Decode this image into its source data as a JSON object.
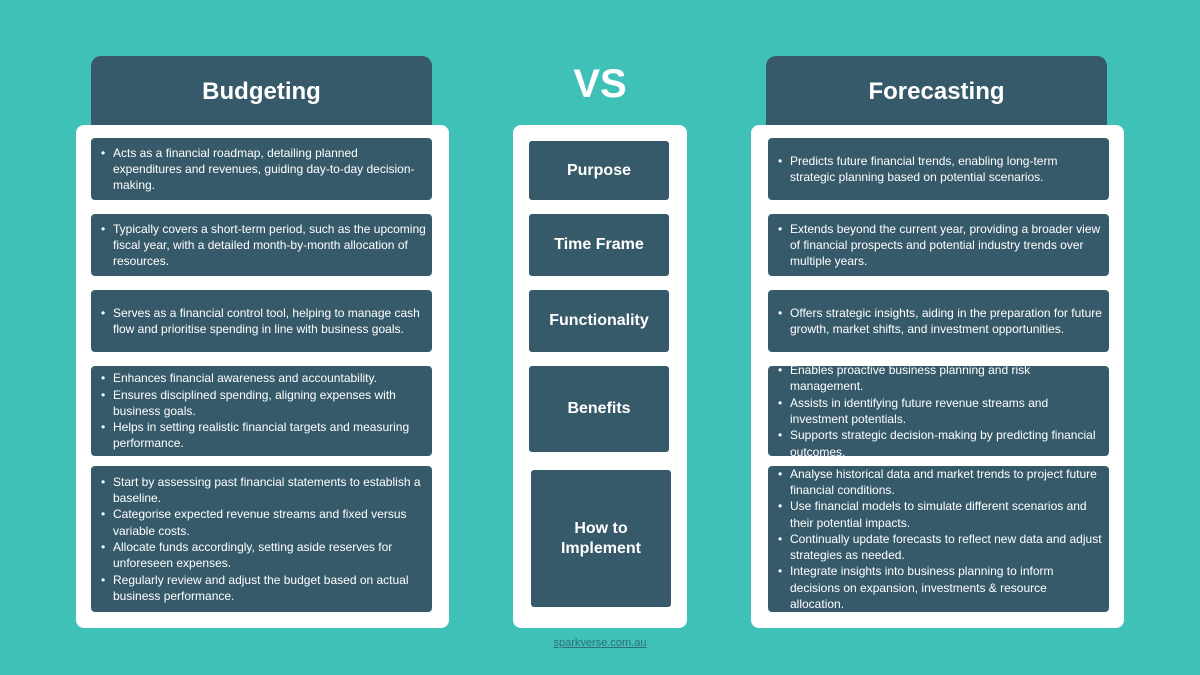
{
  "left": {
    "title": "Budgeting",
    "rows": [
      [
        "Acts as a financial roadmap, detailing planned expenditures and revenues, guiding day-to-day decision-making."
      ],
      [
        "Typically covers a short-term period, such as the upcoming fiscal year, with a detailed month-by-month allocation of resources."
      ],
      [
        "Serves as a financial control tool, helping to manage cash flow and prioritise spending in line with business goals."
      ],
      [
        "Enhances financial awareness and accountability.",
        "Ensures disciplined spending, aligning expenses with business goals.",
        "Helps in setting realistic financial targets and measuring performance."
      ],
      [
        "Start by assessing past financial statements to establish a baseline.",
        "Categorise expected revenue streams and fixed versus variable costs.",
        "Allocate funds accordingly, setting aside reserves for unforeseen expenses.",
        "Regularly review and adjust the budget based on actual business performance."
      ]
    ]
  },
  "vs": "VS",
  "criteria": [
    "Purpose",
    "Time Frame",
    "Functionality",
    "Benefits",
    "How to Implement"
  ],
  "right": {
    "title": "Forecasting",
    "rows": [
      [
        "Predicts future financial trends, enabling long-term strategic planning based on potential scenarios."
      ],
      [
        "Extends beyond the current year, providing a broader view of financial prospects and potential industry trends over multiple years."
      ],
      [
        "Offers strategic insights, aiding in the preparation for future growth, market shifts, and investment opportunities."
      ],
      [
        "Enables proactive business planning and risk management.",
        "Assists in identifying future revenue streams and investment potentials.",
        "Supports strategic decision-making by predicting financial outcomes."
      ],
      [
        "Analyse historical data and market trends to project future financial conditions.",
        "Use financial models to simulate different scenarios and their potential impacts.",
        "Continually update forecasts to reflect new data and adjust strategies as needed.",
        "Integrate insights into business planning to inform decisions on expansion, investments & resource allocation."
      ]
    ]
  },
  "footer": "sparkverse.com.au"
}
